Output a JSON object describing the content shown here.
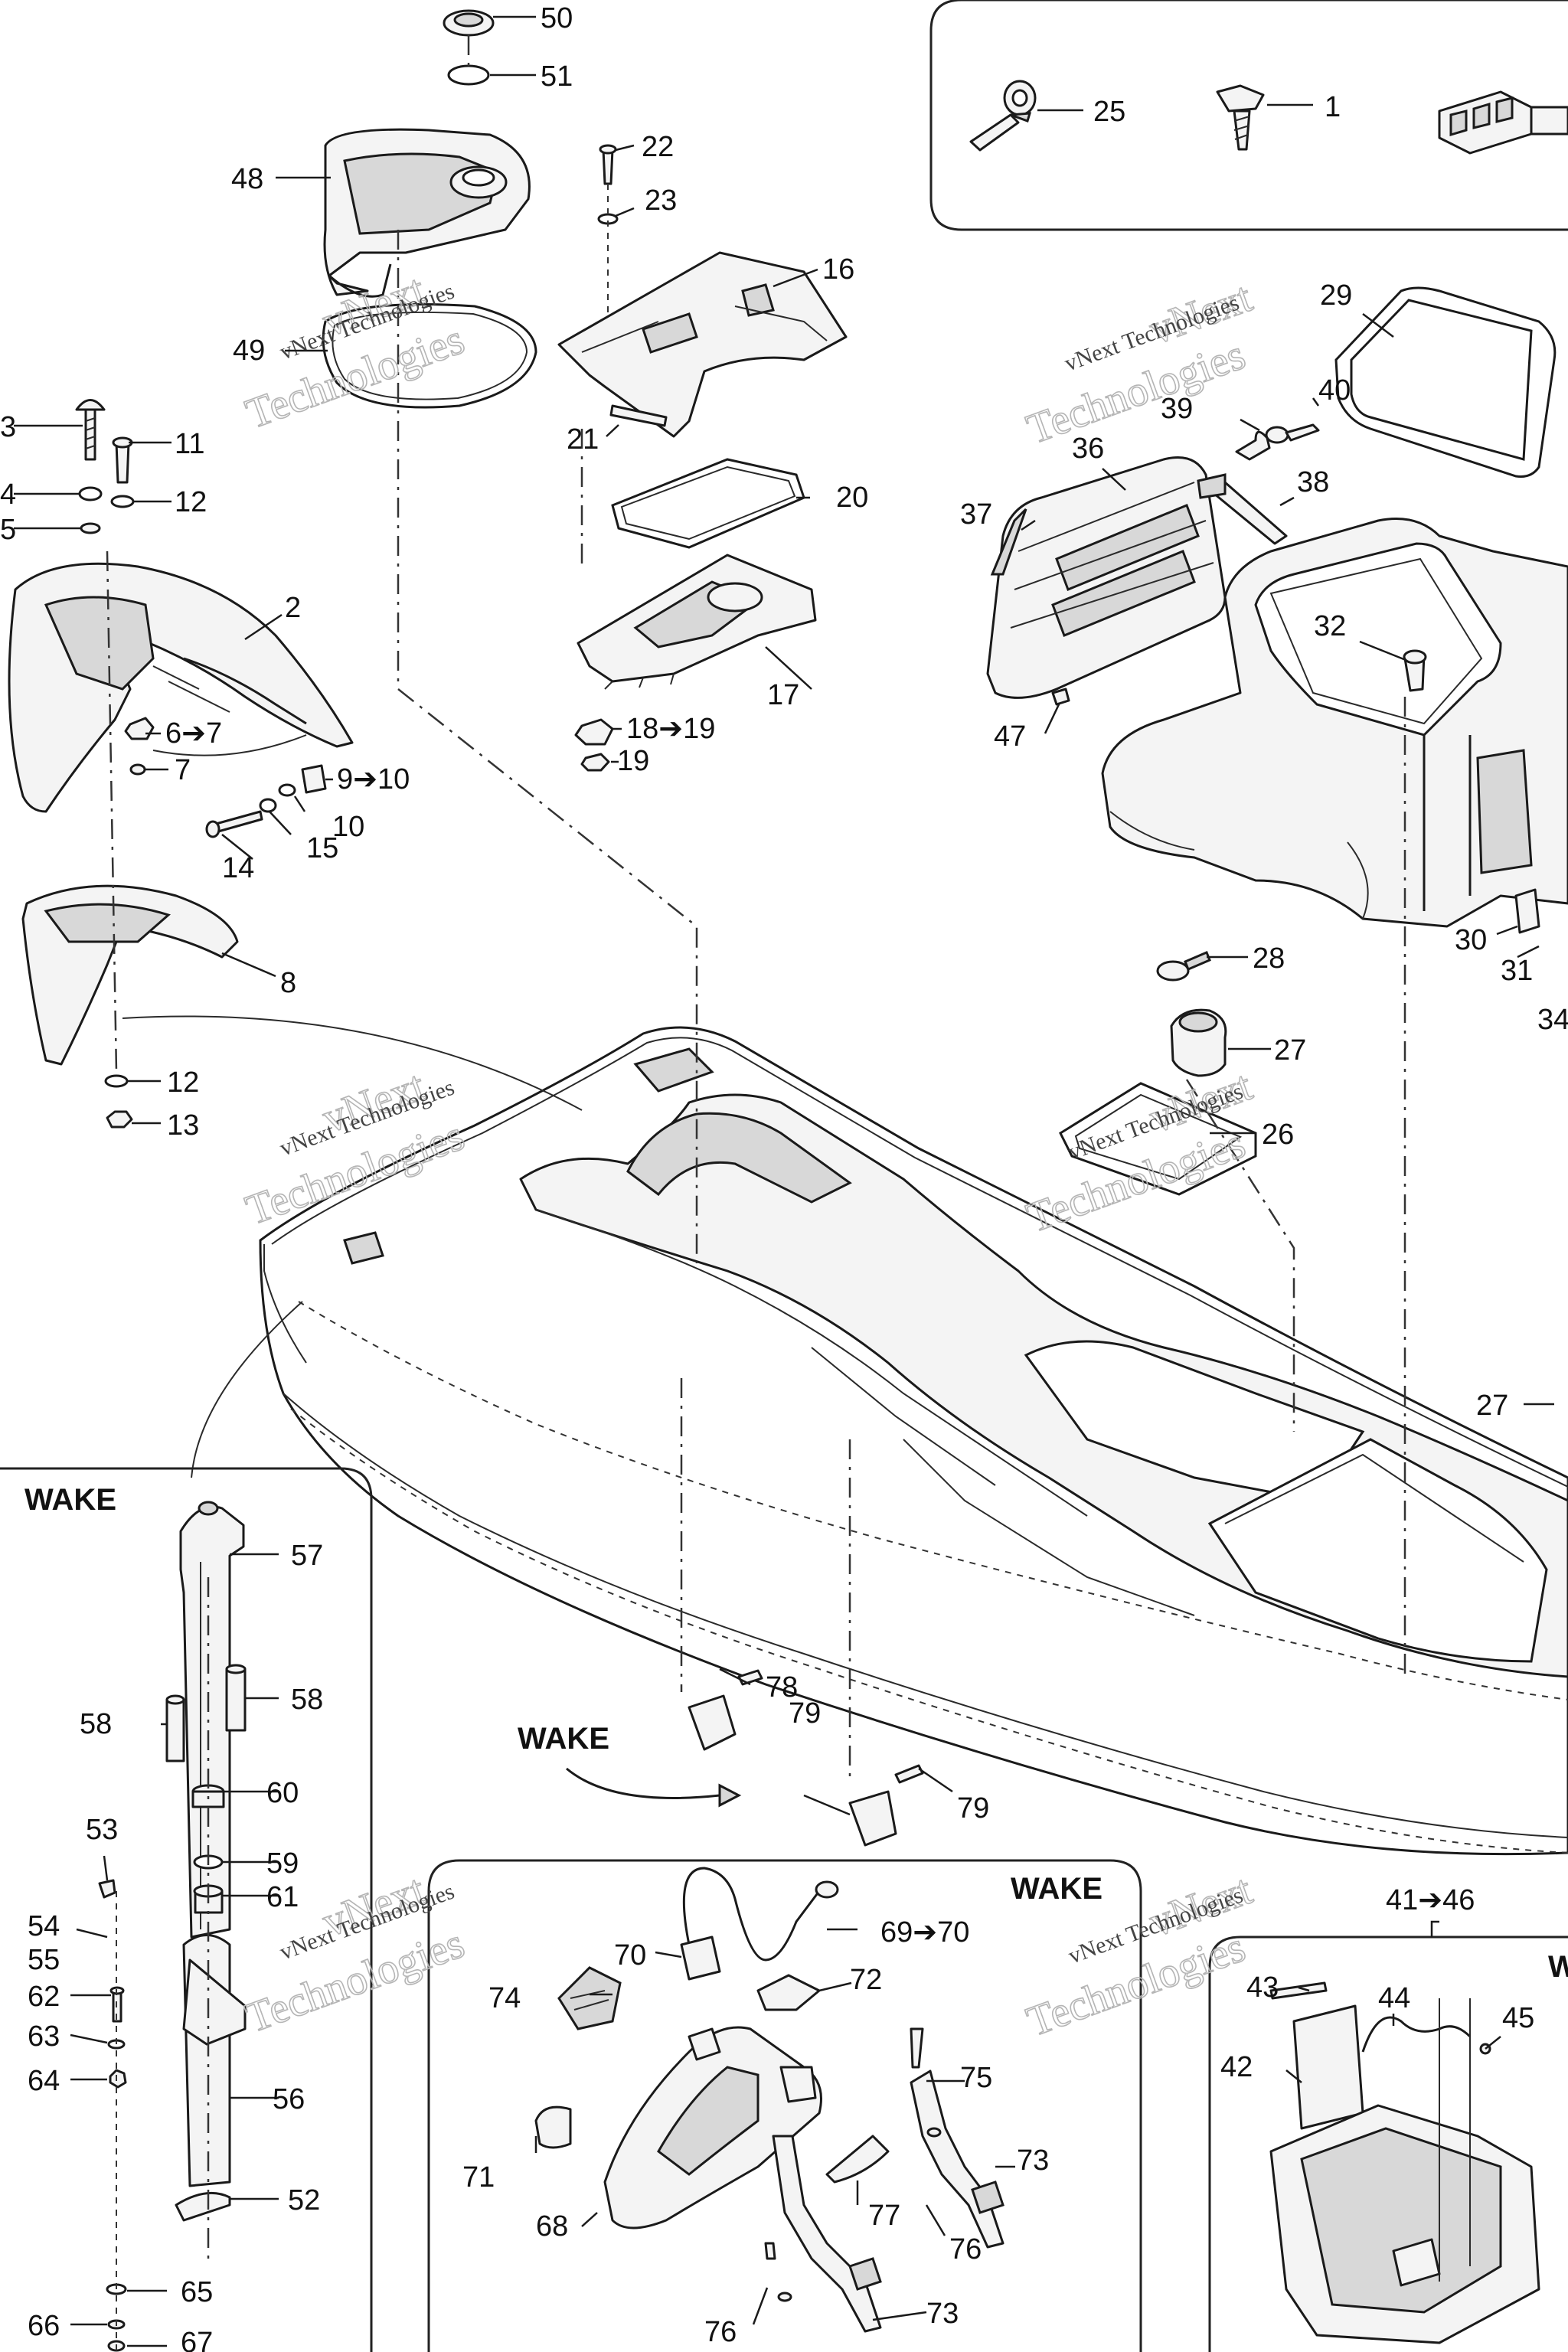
{
  "diagram": {
    "watermark": {
      "line1": "vNext",
      "line2": "Technologies",
      "small": "vNext Technologies"
    },
    "insets": {
      "wake_left": "WAKE",
      "wake_center": "WAKE",
      "wake_arrow": "WAKE",
      "right_partial": "W"
    },
    "callouts": {
      "c1": "1",
      "c2": "2",
      "c3": "3",
      "c4": "4",
      "c5": "5",
      "c6": "6➔7",
      "c7": "7",
      "c8": "8",
      "c9": "9➔10",
      "c10": "10",
      "c11": "11",
      "c12a": "12",
      "c12b": "12",
      "c13": "13",
      "c14": "14",
      "c15": "15",
      "c16": "16",
      "c17": "17",
      "c18": "18➔19",
      "c19": "19",
      "c20": "20",
      "c21": "21",
      "c22": "22",
      "c23": "23",
      "c25": "25",
      "c26": "26",
      "c27a": "27",
      "c27b": "27",
      "c28": "28",
      "c29": "29",
      "c30": "30",
      "c31": "31",
      "c32": "32",
      "c34": "34",
      "c36": "36",
      "c37": "37",
      "c38": "38",
      "c39": "39",
      "c40": "40",
      "c41": "41➔46",
      "c42": "42",
      "c43": "43",
      "c44": "44",
      "c45": "45",
      "c47": "47",
      "c48": "48",
      "c49": "49",
      "c50": "50",
      "c51": "51",
      "c52": "52",
      "c53": "53",
      "c54": "54",
      "c55": "55",
      "c56": "56",
      "c57": "57",
      "c58a": "58",
      "c58b": "58",
      "c59": "59",
      "c60": "60",
      "c61": "61",
      "c62": "62",
      "c63": "63",
      "c64": "64",
      "c65": "65",
      "c66": "66",
      "c67": "67",
      "c68": "68",
      "c69": "69➔70",
      "c70": "70",
      "c71": "71",
      "c72": "72",
      "c73a": "73",
      "c73b": "73",
      "c74": "74",
      "c75": "75",
      "c76a": "76",
      "c76b": "76",
      "c77": "77",
      "c78": "78",
      "c79a": "79",
      "c79b": "79"
    }
  }
}
